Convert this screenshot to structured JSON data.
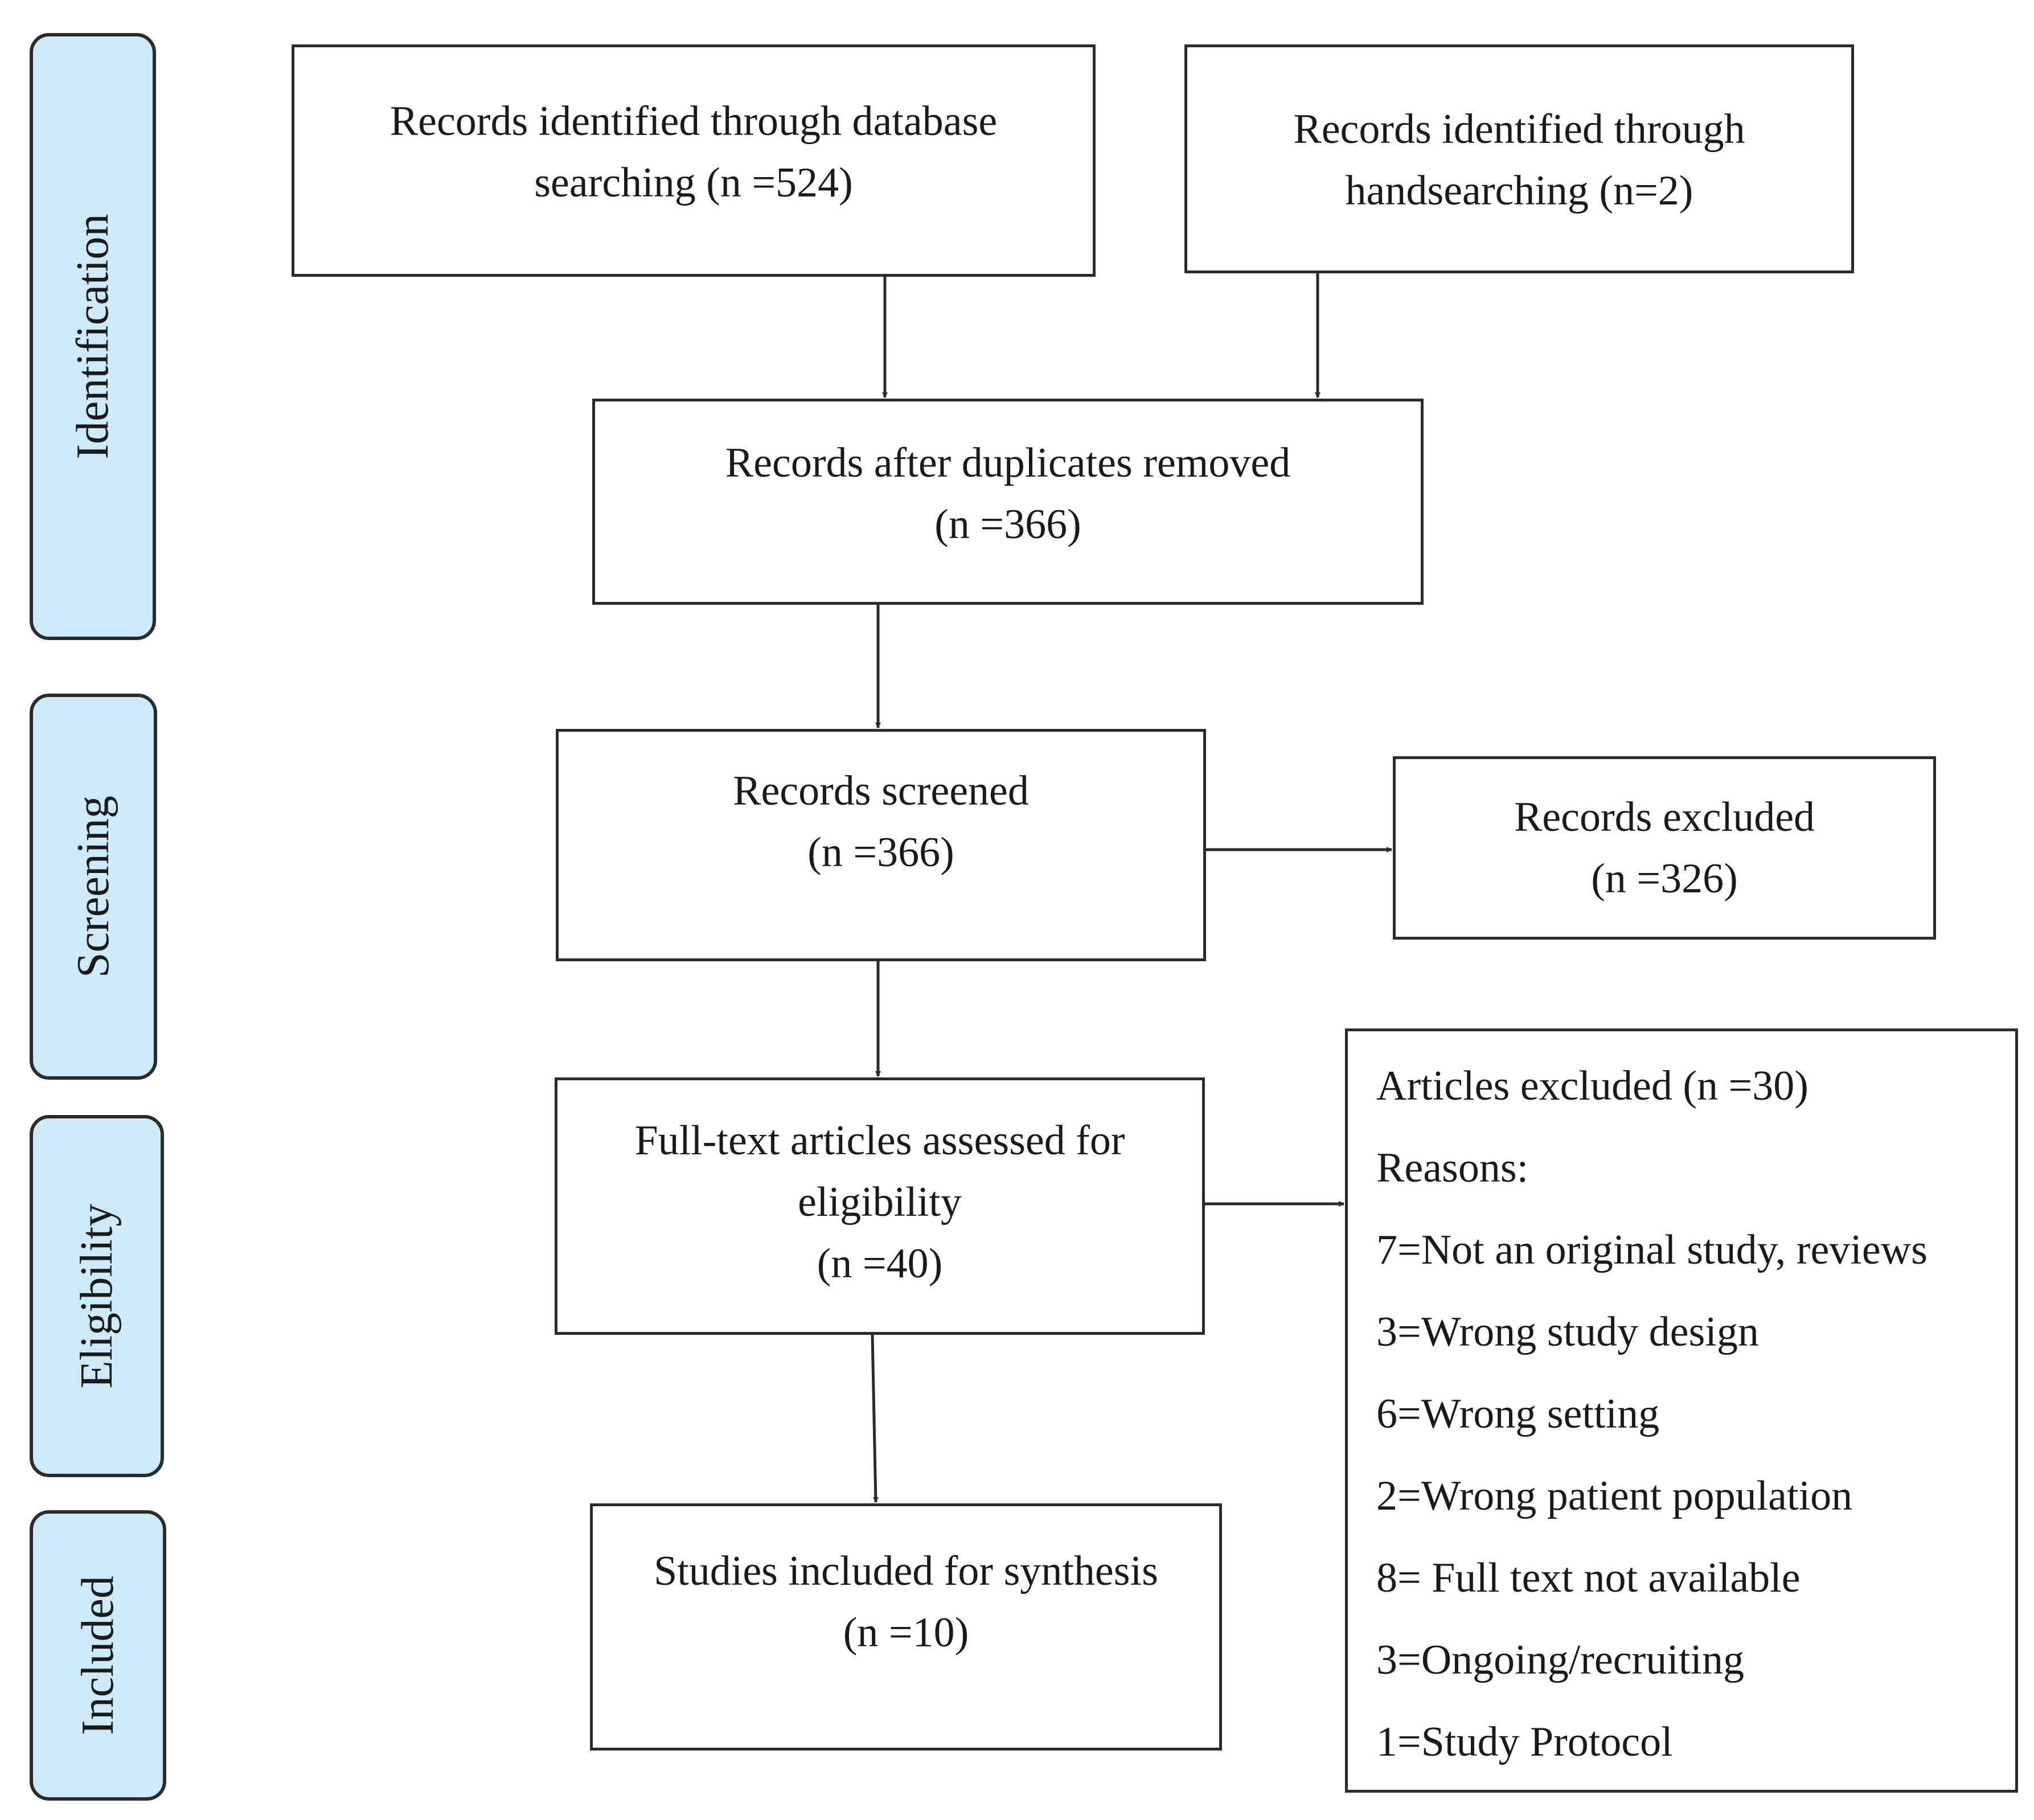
{
  "stages": {
    "identification": "Identification",
    "screening": "Screening",
    "eligibility": "Eligibility",
    "included": "Included"
  },
  "boxes": {
    "database": {
      "line1": "Records identified through database",
      "line2": "searching (n =524)"
    },
    "handsearch": {
      "line1": "Records identified through",
      "line2": "handsearching (n=2)"
    },
    "duplicates": {
      "line1": "Records after duplicates removed",
      "line2": "(n =366)"
    },
    "screened": {
      "line1": "Records screened",
      "line2": "(n =366)"
    },
    "excluded": {
      "line1": "Records excluded",
      "line2": "(n =326)"
    },
    "fulltext": {
      "line1": "Full-text articles assessed for",
      "line2": "eligibility",
      "line3": "(n =40)"
    },
    "included": {
      "line1": "Studies included for synthesis",
      "line2": "(n =10)"
    }
  },
  "articles_excluded": {
    "title": "Articles excluded (n =30)",
    "reasons_label": "Reasons:",
    "reasons": [
      "7=Not an original study, reviews",
      "3=Wrong study design",
      "6=Wrong setting",
      "2=Wrong patient population",
      "8= Full text not available",
      "3=Ongoing/recruiting",
      "1=Study Protocol"
    ]
  },
  "colors": {
    "stage_fill": "#cdeafa",
    "stroke": "#2b2b2b"
  }
}
